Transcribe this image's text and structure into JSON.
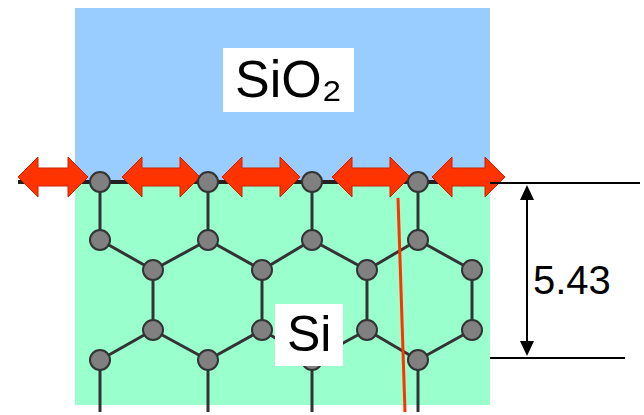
{
  "diagram": {
    "nodes": [
      {
        "text": [
          "SiO₂"
        ]
      },
      {
        "text": [
          "Si"
        ]
      }
    ],
    "edges": [],
    "labels": [
      "5.43"
    ]
  }
}
